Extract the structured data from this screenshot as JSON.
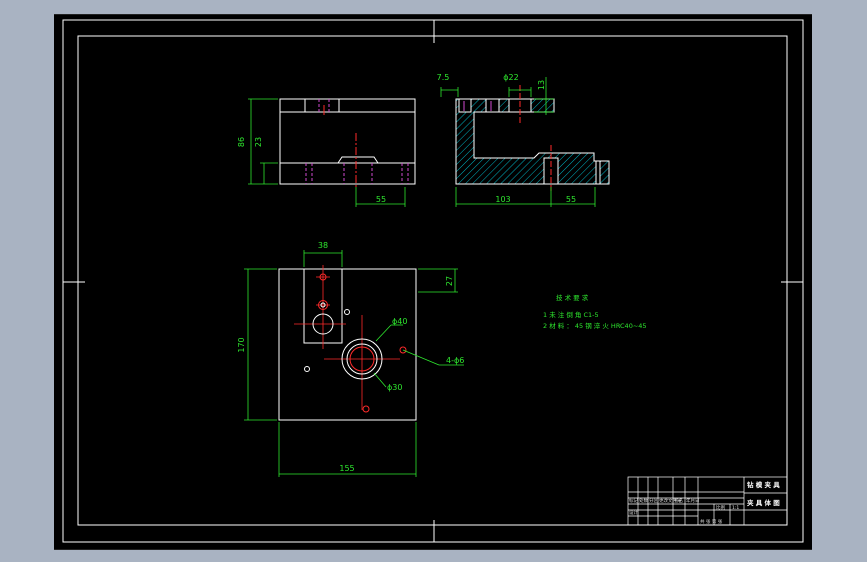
{
  "colors": {
    "background": "#a9b3c2",
    "canvas": "#000000",
    "outline": "#ffffff",
    "dimension": "#2ee82e",
    "hidden_line": "#d14ad1",
    "center_line": "#ff2a2a",
    "hatch": "#00c8d8"
  },
  "dimensions": {
    "front_height_86": "86",
    "front_height_23": "23",
    "front_width_55": "55",
    "side_7_5": "7.5",
    "side_phi22": "ϕ22",
    "side_13": "13",
    "side_103": "103",
    "side_55": "55",
    "plan_38": "38",
    "plan_27": "27",
    "plan_170": "170",
    "plan_155": "155",
    "plan_phi40": "ϕ40",
    "plan_phi30": "ϕ30",
    "plan_4phi6": "4-ϕ6"
  },
  "notes": {
    "title": "技 术 要 求",
    "line1": "1 未 注 倒 角 C1-5",
    "line2": "2 材 料 ： 45 钢 淬 火 HRC40~45"
  },
  "title_block": {
    "part_name": "钻 模 夹 具",
    "drawing_name": "夹 具 体 图",
    "row_labels": [
      "标记",
      "处数",
      "分区",
      "更改文件号",
      "签名",
      "年月日"
    ],
    "design_label": "设计",
    "scale_label": "比例",
    "sheet_label": "共 张 第 张",
    "scale_value": "1:1"
  }
}
